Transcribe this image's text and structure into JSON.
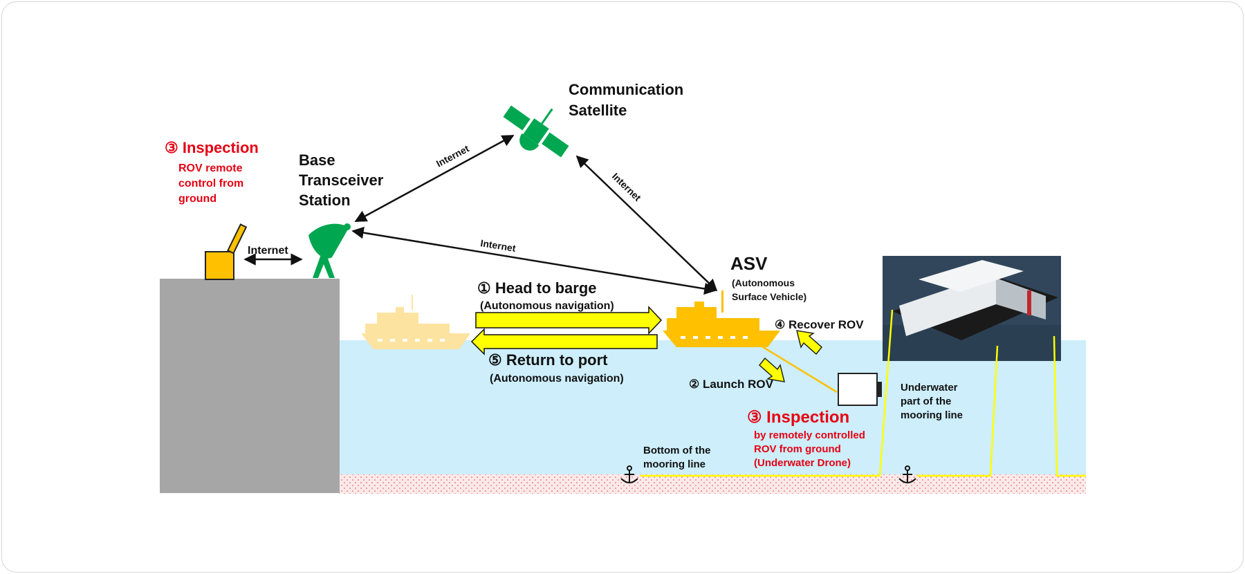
{
  "inspection_ground": {
    "title": "③ Inspection",
    "line1": "ROV remote",
    "line2": "control from",
    "line3": "ground"
  },
  "base_station": {
    "line1": "Base",
    "line2": "Transceiver",
    "line3": "Station"
  },
  "satellite": {
    "line1": "Communication",
    "line2": "Satellite"
  },
  "internet_labels": {
    "ground_to_bts": "Internet",
    "bts_to_sat": "Internet",
    "sat_to_asv": "Internet",
    "bts_to_asv": "Internet"
  },
  "asv": {
    "title": "ASV",
    "line1": "(Autonomous",
    "line2": "Surface Vehicle)"
  },
  "steps": {
    "head": "① Head to barge",
    "head_sub": "(Autonomous navigation)",
    "return": "⑤ Return to port",
    "return_sub": "(Autonomous navigation)",
    "launch": "② Launch ROV",
    "recover": "④ Recover ROV"
  },
  "inspection_rov": {
    "title": "③ Inspection",
    "line1": "by remotely controlled",
    "line2": "ROV from ground",
    "line3": "(Underwater Drone)"
  },
  "mooring": {
    "bottom1": "Bottom of the",
    "bottom2": "mooring line",
    "under1": "Underwater",
    "under2": "part of the",
    "under3": "mooring line"
  },
  "colors": {
    "water": "#cdeefa",
    "ground": "#a6a6a6",
    "green": "#00a650",
    "yellow": "#ffff00",
    "ship": "#ffc000",
    "ship_faded": "#fde3a0",
    "red": "#e60012"
  }
}
